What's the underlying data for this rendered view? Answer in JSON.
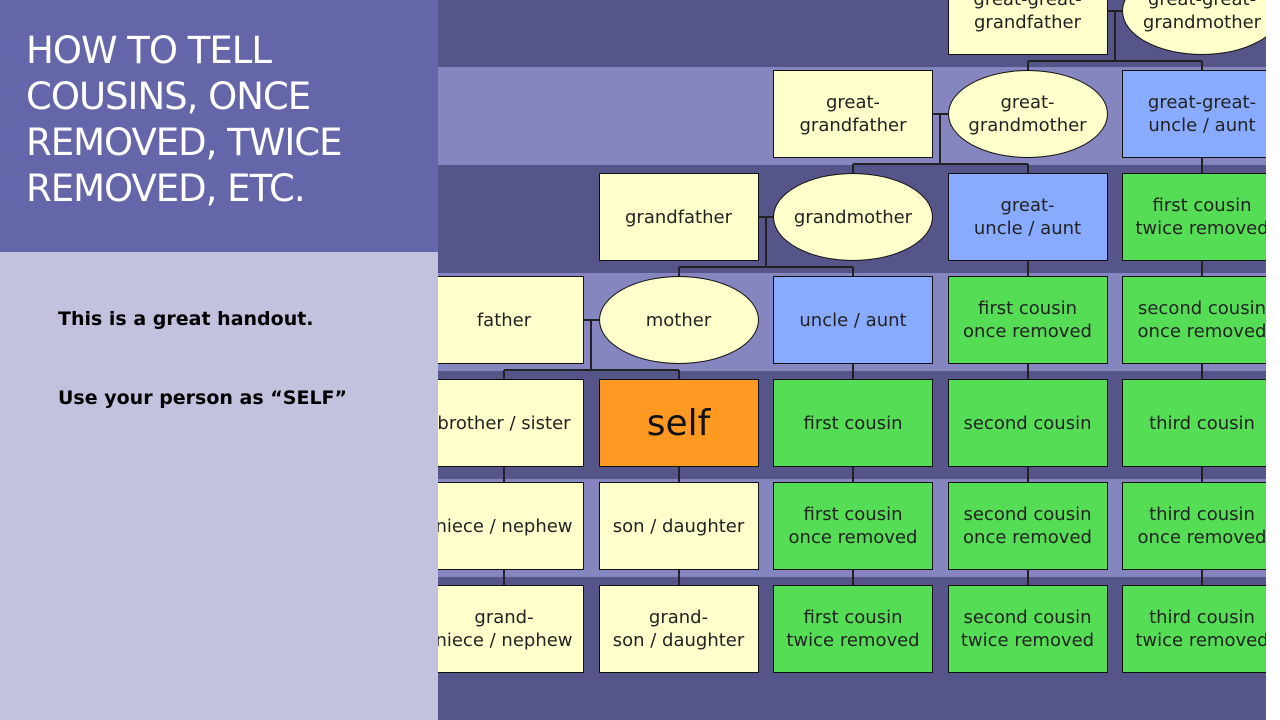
{
  "slide": {
    "title": "HOW TO TELL\nCOUSINS, ONCE\nREMOVED, TWICE\nREMOVED, ETC.",
    "notes": [
      "This is a great handout.",
      "Use your person as “SELF”"
    ]
  },
  "colors": {
    "title_bg": "#6566a9",
    "notes_bg": "#c2c2df",
    "band_dark": "#55558a",
    "band_light": "#8585c0",
    "ancestor": "#ffffcc",
    "uncle": "#88aaff",
    "cousin": "#55dd55",
    "self": "#ff9922"
  },
  "diagram": {
    "nodes": [
      {
        "id": "gggf",
        "label": "great-great-\ngrandfather",
        "row": 0,
        "col": 3,
        "shape": "rect",
        "kind": "ancestor"
      },
      {
        "id": "gggm",
        "label": "great-great-\ngrandmother",
        "row": 0,
        "col": 4,
        "shape": "oval",
        "kind": "ancestor"
      },
      {
        "id": "ggf",
        "label": "great-\ngrandfather",
        "row": 1,
        "col": 2,
        "shape": "rect",
        "kind": "ancestor"
      },
      {
        "id": "ggm",
        "label": "great-\ngrandmother",
        "row": 1,
        "col": 3,
        "shape": "oval",
        "kind": "ancestor"
      },
      {
        "id": "gg-uncle",
        "label": "great-great-\nuncle / aunt",
        "row": 1,
        "col": 4,
        "shape": "rect",
        "kind": "uncle"
      },
      {
        "id": "gf",
        "label": "grandfather",
        "row": 2,
        "col": 1,
        "shape": "rect",
        "kind": "ancestor"
      },
      {
        "id": "gm",
        "label": "grandmother",
        "row": 2,
        "col": 2,
        "shape": "oval",
        "kind": "ancestor"
      },
      {
        "id": "g-uncle",
        "label": "great-\nuncle / aunt",
        "row": 2,
        "col": 3,
        "shape": "rect",
        "kind": "uncle"
      },
      {
        "id": "c1r2-up",
        "label": "first cousin\ntwice removed",
        "row": 2,
        "col": 4,
        "shape": "rect",
        "kind": "cousin"
      },
      {
        "id": "father",
        "label": "father",
        "row": 3,
        "col": 0,
        "shape": "rect",
        "kind": "ancestor"
      },
      {
        "id": "mother",
        "label": "mother",
        "row": 3,
        "col": 1,
        "shape": "oval",
        "kind": "ancestor"
      },
      {
        "id": "uncle",
        "label": "uncle / aunt",
        "row": 3,
        "col": 2,
        "shape": "rect",
        "kind": "uncle"
      },
      {
        "id": "c1r1-up",
        "label": "first cousin\nonce removed",
        "row": 3,
        "col": 3,
        "shape": "rect",
        "kind": "cousin"
      },
      {
        "id": "c2r1-up",
        "label": "second cousin\nonce removed",
        "row": 3,
        "col": 4,
        "shape": "rect",
        "kind": "cousin"
      },
      {
        "id": "sibling",
        "label": "brother / sister",
        "row": 4,
        "col": 0,
        "shape": "rect",
        "kind": "ancestor"
      },
      {
        "id": "self",
        "label": "self",
        "row": 4,
        "col": 1,
        "shape": "rect",
        "kind": "self"
      },
      {
        "id": "c1",
        "label": "first cousin",
        "row": 4,
        "col": 2,
        "shape": "rect",
        "kind": "cousin"
      },
      {
        "id": "c2",
        "label": "second cousin",
        "row": 4,
        "col": 3,
        "shape": "rect",
        "kind": "cousin"
      },
      {
        "id": "c3",
        "label": "third cousin",
        "row": 4,
        "col": 4,
        "shape": "rect",
        "kind": "cousin"
      },
      {
        "id": "niece",
        "label": "niece / nephew",
        "row": 5,
        "col": 0,
        "shape": "rect",
        "kind": "ancestor"
      },
      {
        "id": "child",
        "label": "son / daughter",
        "row": 5,
        "col": 1,
        "shape": "rect",
        "kind": "ancestor"
      },
      {
        "id": "c1r1-dn",
        "label": "first cousin\nonce removed",
        "row": 5,
        "col": 2,
        "shape": "rect",
        "kind": "cousin"
      },
      {
        "id": "c2r1-dn",
        "label": "second cousin\nonce removed",
        "row": 5,
        "col": 3,
        "shape": "rect",
        "kind": "cousin"
      },
      {
        "id": "c3r1-dn",
        "label": "third cousin\nonce removed",
        "row": 5,
        "col": 4,
        "shape": "rect",
        "kind": "cousin"
      },
      {
        "id": "grandniece",
        "label": "grand-\nniece / nephew",
        "row": 6,
        "col": 0,
        "shape": "rect",
        "kind": "ancestor"
      },
      {
        "id": "grandchild",
        "label": "grand-\nson / daughter",
        "row": 6,
        "col": 1,
        "shape": "rect",
        "kind": "ancestor"
      },
      {
        "id": "c1r2-dn",
        "label": "first cousin\ntwice removed",
        "row": 6,
        "col": 2,
        "shape": "rect",
        "kind": "cousin"
      },
      {
        "id": "c2r2-dn",
        "label": "second cousin\ntwice removed",
        "row": 6,
        "col": 3,
        "shape": "rect",
        "kind": "cousin"
      },
      {
        "id": "c3r2-dn",
        "label": "third cousin\ntwice removed",
        "row": 6,
        "col": 4,
        "shape": "rect",
        "kind": "cousin"
      }
    ],
    "couples": [
      {
        "parents": [
          "gggf",
          "gggm"
        ],
        "children": [
          "ggm",
          "gg-uncle"
        ]
      },
      {
        "parents": [
          "ggf",
          "ggm"
        ],
        "children": [
          "gm",
          "g-uncle"
        ]
      },
      {
        "parents": [
          "gf",
          "gm"
        ],
        "children": [
          "mother",
          "uncle"
        ]
      },
      {
        "parents": [
          "father",
          "mother"
        ],
        "children": [
          "sibling",
          "self"
        ]
      }
    ],
    "lineages": [
      [
        "gg-uncle",
        "c1r2-up"
      ],
      [
        "g-uncle",
        "c1r1-up"
      ],
      [
        "c1r2-up",
        "c2r1-up"
      ],
      [
        "uncle",
        "c1"
      ],
      [
        "c1r1-up",
        "c2"
      ],
      [
        "c2r1-up",
        "c3"
      ],
      [
        "sibling",
        "niece"
      ],
      [
        "self",
        "child"
      ],
      [
        "c1",
        "c1r1-dn"
      ],
      [
        "c2",
        "c2r1-dn"
      ],
      [
        "c3",
        "c3r1-dn"
      ],
      [
        "niece",
        "grandniece"
      ],
      [
        "child",
        "grandchild"
      ],
      [
        "c1r1-dn",
        "c1r2-dn"
      ],
      [
        "c2r1-dn",
        "c2r2-dn"
      ],
      [
        "c3r1-dn",
        "c3r2-dn"
      ]
    ]
  }
}
